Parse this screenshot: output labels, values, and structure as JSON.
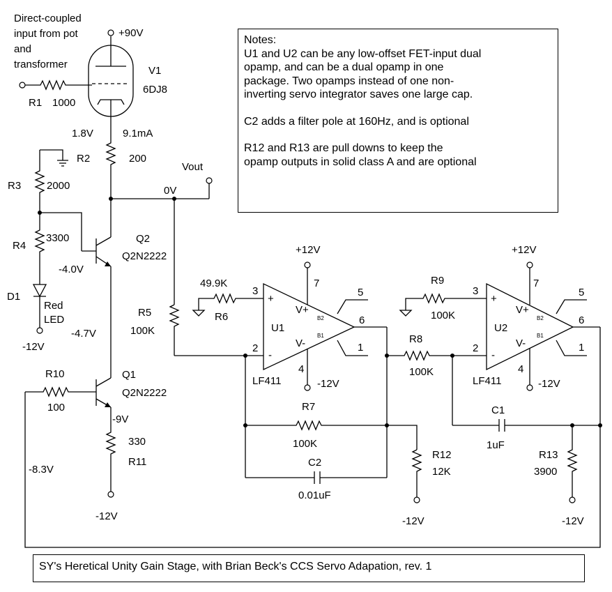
{
  "notes": {
    "heading": "Notes:",
    "lines": [
      "U1 and U2 can be any low-offset FET-input dual",
      "opamp, and can be a dual opamp in one",
      "package. Two opamps instead of one non-",
      "inverting servo integrator saves one large cap.",
      "",
      "C2 adds a filter pole at 160Hz, and is optional",
      "",
      "R12 and R13 are pull downs to keep the",
      "opamp outputs in solid class A and are optional"
    ]
  },
  "title": "SY's Heretical Unity Gain Stage, with Brian Beck's CCS Servo Adapation, rev. 1",
  "input_label": [
    "Direct-coupled",
    "input from pot",
    "and",
    "transformer"
  ],
  "supplies": {
    "hv": "+90V",
    "u1_pos": "+12V",
    "u2_pos": "+12V",
    "neg_d1": "-12V",
    "neg_r11": "-12V",
    "neg_u1": "-12V",
    "neg_u2": "-12V",
    "neg_r12": "-12V",
    "neg_r13": "-12V"
  },
  "components": {
    "V1": {
      "ref": "V1",
      "value": "6DJ8"
    },
    "R1": {
      "ref": "R1",
      "value": "1000"
    },
    "R2": {
      "ref": "R2",
      "value": "200"
    },
    "R3": {
      "ref": "R3",
      "value": "2000"
    },
    "R4": {
      "ref": "R4",
      "value": "3300"
    },
    "R5": {
      "ref": "R5",
      "value": "100K"
    },
    "R6": {
      "ref": "R6",
      "value": "49.9K"
    },
    "R7": {
      "ref": "R7",
      "value": "100K"
    },
    "R8": {
      "ref": "R8",
      "value": "100K"
    },
    "R9": {
      "ref": "R9",
      "value": "100K"
    },
    "R10": {
      "ref": "R10",
      "value": "100"
    },
    "R11": {
      "ref": "R11",
      "value": "330"
    },
    "R12": {
      "ref": "R12",
      "value": "12K"
    },
    "R13": {
      "ref": "R13",
      "value": "3900"
    },
    "C1": {
      "ref": "C1",
      "value": "1uF"
    },
    "C2": {
      "ref": "C2",
      "value": "0.01uF"
    },
    "D1": {
      "ref": "D1",
      "value": [
        "Red",
        "LED"
      ]
    },
    "Q1": {
      "ref": "Q1",
      "value": "Q2N2222"
    },
    "Q2": {
      "ref": "Q2",
      "value": "Q2N2222"
    },
    "U1": {
      "ref": "U1",
      "value": "LF411"
    },
    "U2": {
      "ref": "U2",
      "value": "LF411"
    }
  },
  "voltages": {
    "v1_cathode": "1.8V",
    "v1_current": "9.1mA",
    "out_node": "0V",
    "vout": "Vout",
    "q2_base": "-4.0V",
    "q2_emitter": "-4.7V",
    "q1_emitter": "-9V",
    "q1_base": "-8.3V"
  },
  "opamp_pins": {
    "u1": {
      "noninv": "3",
      "inv": "2",
      "out": "6",
      "vpos": "7",
      "vneg": "4",
      "b2": "5",
      "b1": "1",
      "plus": "+",
      "minus": "-",
      "vplus_lbl": "V+",
      "vminus_lbl": "V-",
      "b2_lbl": "B2",
      "b1_lbl": "B1"
    },
    "u2": {
      "noninv": "3",
      "inv": "2",
      "out": "6",
      "vpos": "7",
      "vneg": "4",
      "b2": "5",
      "b1": "1",
      "plus": "+",
      "minus": "-",
      "vplus_lbl": "V+",
      "vminus_lbl": "V-",
      "b2_lbl": "B2",
      "b1_lbl": "B1"
    }
  }
}
